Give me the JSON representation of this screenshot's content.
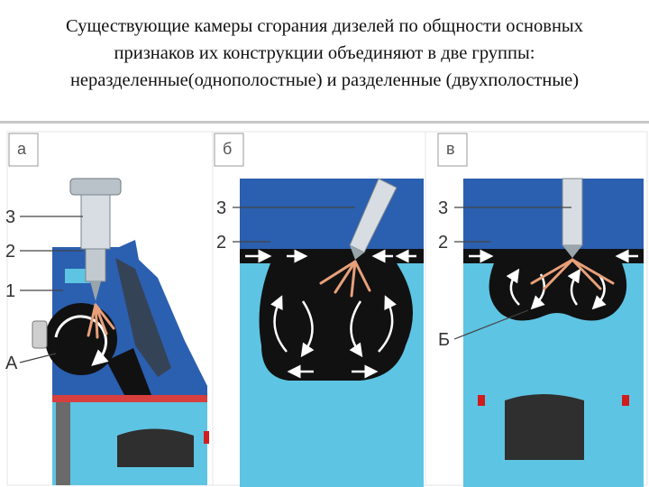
{
  "title": {
    "line1": "Существующие камеры сгорания дизелей по общности основных",
    "line2": "признаков их конструкции объединяют в две группы:",
    "line3": "неразделенные(однополостные) и разделенные (двухполостные)"
  },
  "figure": {
    "panel_a": {
      "tag": "а",
      "labels": {
        "l3": "3",
        "l2": "2",
        "l1": "1",
        "lA": "А"
      }
    },
    "panel_b": {
      "tag": "б",
      "labels": {
        "l3": "3",
        "l2": "2"
      }
    },
    "panel_v": {
      "tag": "в",
      "labels": {
        "l3": "3",
        "l2": "2",
        "lB": "Б"
      }
    },
    "colors": {
      "head": "#2b5fb0",
      "cylinder": "#5ec4e3",
      "chamber": "#111111",
      "spray": "#e8a07a",
      "accent": "#d01c1c"
    }
  }
}
